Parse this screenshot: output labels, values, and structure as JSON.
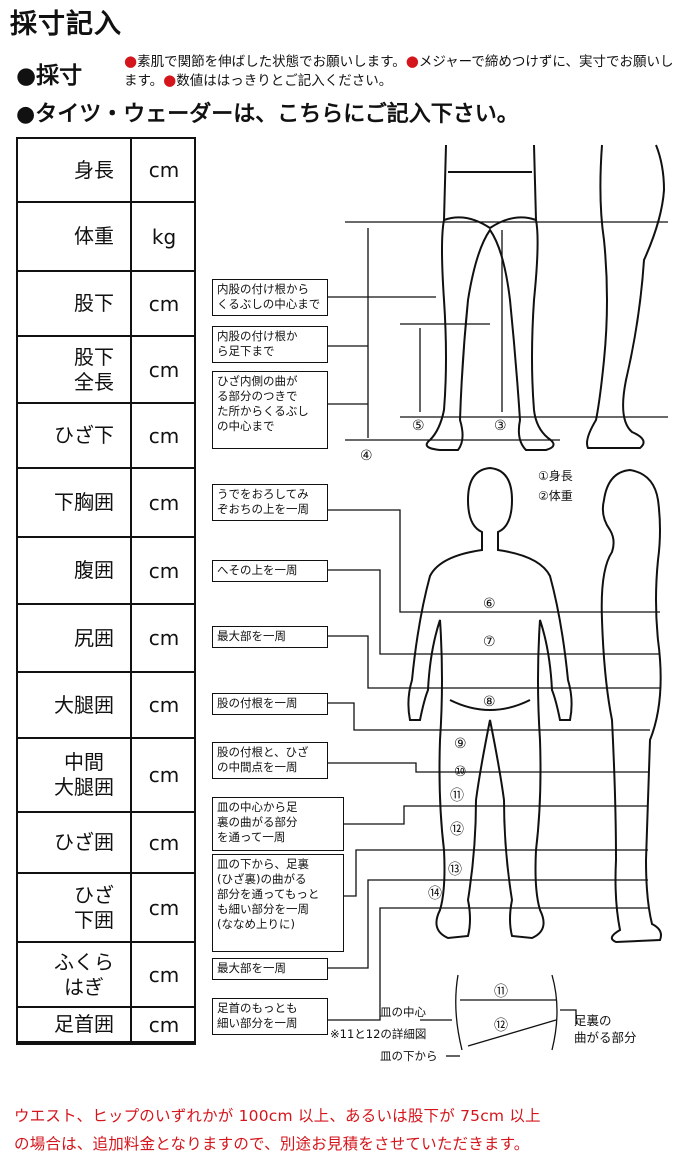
{
  "title": "採寸記入",
  "bullet": "●",
  "saisun_label": "採寸",
  "note": {
    "part1": "素肌で関節を伸ばした状態でお願いします。",
    "part2": "メジャーで締めつけずに、実寸でお願いします。",
    "part3": "数値ははっきりとご記入ください。"
  },
  "tights_heading": "タイツ・ウェーダーは、こちらにご記入下さい。",
  "rows": [
    {
      "label": "身長",
      "unit": "cm"
    },
    {
      "label": "体重",
      "unit": "kg"
    },
    {
      "label": "股下",
      "unit": "cm"
    },
    {
      "label": "股下\n全長",
      "unit": "cm"
    },
    {
      "label": "ひざ下",
      "unit": "cm"
    },
    {
      "label": "下胸囲",
      "unit": "cm"
    },
    {
      "label": "腹囲",
      "unit": "cm"
    },
    {
      "label": "尻囲",
      "unit": "cm"
    },
    {
      "label": "大腿囲",
      "unit": "cm"
    },
    {
      "label": "中間\n大腿囲",
      "unit": "cm"
    },
    {
      "label": "ひざ囲",
      "unit": "cm"
    },
    {
      "label": "ひざ\n下囲",
      "unit": "cm"
    },
    {
      "label": "ふくら\nはぎ",
      "unit": "cm"
    },
    {
      "label": "足首囲",
      "unit": "cm"
    }
  ],
  "notes": [
    "内股の付け根から\nくるぶしの中心まで",
    "内股の付け根か\nら足下まで",
    "ひざ内側の曲が\nる部分のつきで\nた所からくるぶし\nの中心まで",
    "うでをおろしてみ\nぞおちの上を一周",
    "へその上を一周",
    "最大部を一周",
    "股の付根を一周",
    "股の付根と、ひざ\nの中間点を一周",
    "皿の中心から足\n裏の曲がる部分\nを通って一周",
    "皿の下から、足裏\n(ひざ裏)の曲がる\n部分を通ってもっと\nも細い部分を一周\n(ななめ上りに)",
    "最大部を一周",
    "足首のもっとも\n細い部分を一周"
  ],
  "legend": {
    "item1": "①身長",
    "item2": "②体重"
  },
  "markers": [
    "③",
    "④",
    "⑤",
    "⑥",
    "⑦",
    "⑧",
    "⑨",
    "⑩",
    "⑪",
    "⑫",
    "⑬",
    "⑭"
  ],
  "detail": {
    "caption": "※11と12の詳細図",
    "plate_center": "皿の中心",
    "plate_below": "皿の下から",
    "sole_bend": "足裏の\n曲がる部分",
    "m11": "⑪",
    "m12": "⑫"
  },
  "footer": {
    "line1": "ウエスト、ヒップのいずれかが 100cm 以上、あるいは股下が 75cm 以上",
    "line2": "の場合は、追加料金となりますので、別途お見積をさせていただきます。"
  }
}
